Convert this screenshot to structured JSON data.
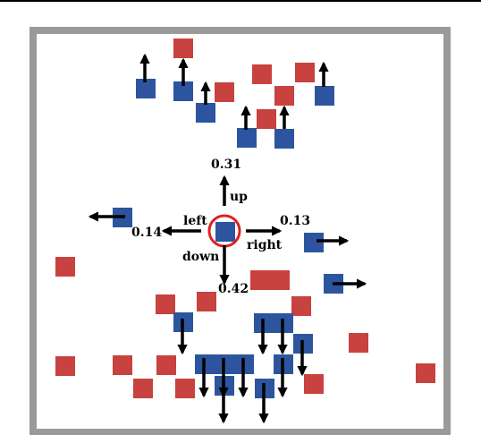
{
  "colors": {
    "frame": "#9a9a9a",
    "red_agent": "#c8423f",
    "blue_agent": "#2d559f",
    "highlight_ring": "#e02020",
    "arrow": "#000000"
  },
  "probabilities": {
    "up": {
      "direction": "up",
      "value": "0.31"
    },
    "left": {
      "direction": "left",
      "value": "0.14"
    },
    "right": {
      "direction": "right",
      "value": "0.13"
    },
    "down": {
      "direction": "down",
      "value": "0.42"
    }
  },
  "icons": {
    "focus_ring": "circle-outline",
    "arrow": "arrow"
  }
}
